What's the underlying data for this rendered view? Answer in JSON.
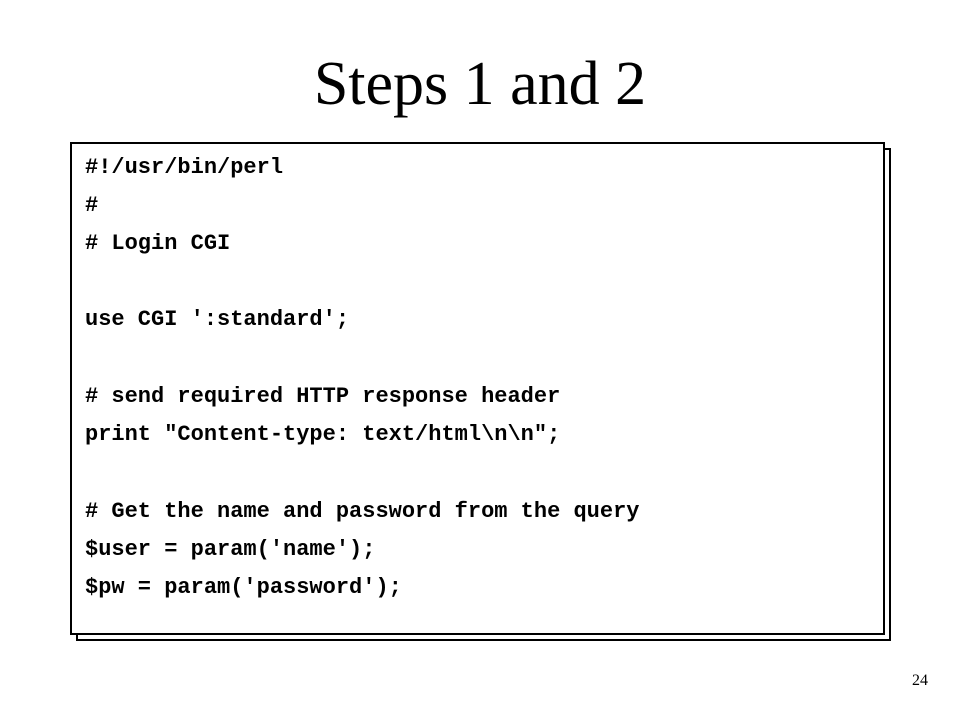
{
  "slide": {
    "title": "Steps 1 and 2",
    "page_number": "24"
  },
  "code": {
    "lines": [
      "#!/usr/bin/perl",
      "#",
      "# Login CGI",
      "use CGI ':standard';",
      "# send required HTTP response header",
      "print \"Content-type: text/html\\n\\n\";",
      "# Get the name and password from the query",
      "$user = param('name');",
      "$pw = param('password');"
    ]
  }
}
